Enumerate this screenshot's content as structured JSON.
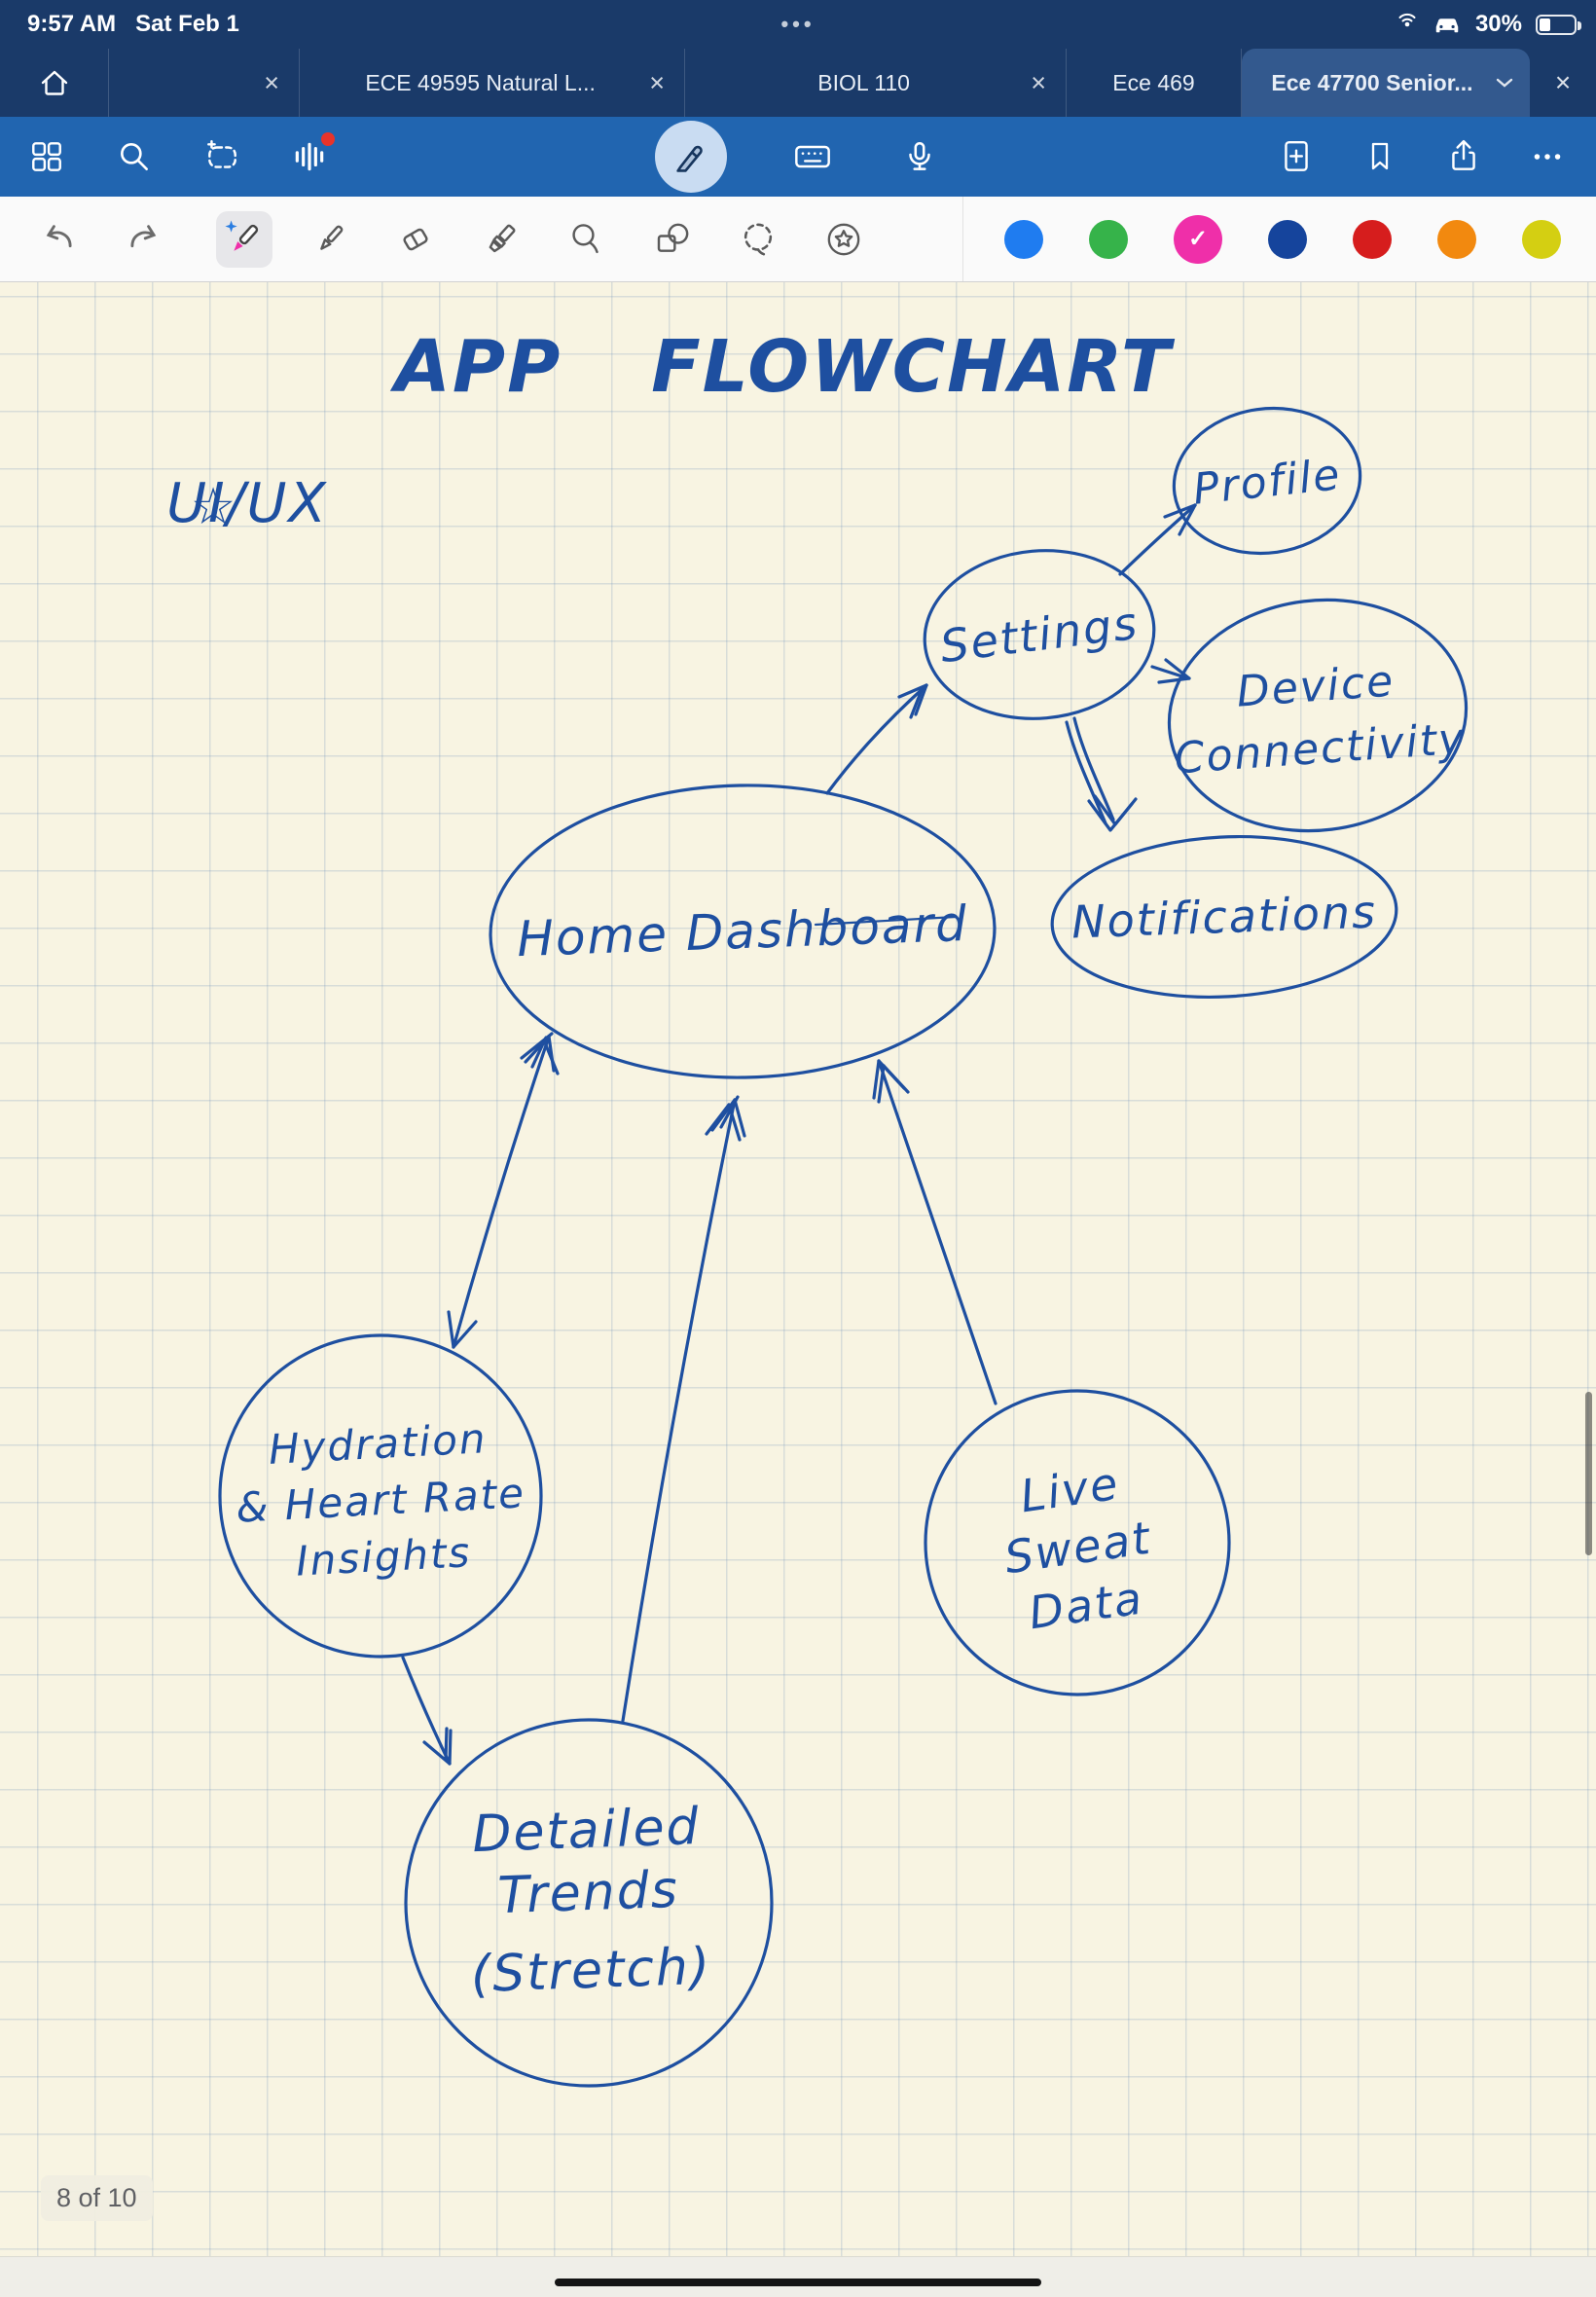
{
  "status_bar": {
    "time": "9:57 AM",
    "date": "Sat Feb 1",
    "center_dots": "•••",
    "battery_percent": "30%",
    "icons": [
      "hotspot-icon",
      "carplay-icon",
      "battery-icon"
    ]
  },
  "tab_bar": {
    "tabs": [
      {
        "label": "",
        "close": "×",
        "active": false
      },
      {
        "label": "ECE 49595 Natural L...",
        "close": "×",
        "active": false
      },
      {
        "label": "BIOL 110",
        "close": "×",
        "active": false
      },
      {
        "label": "Ece 469",
        "close": "",
        "active": false
      },
      {
        "label": "Ece 47700 Senior...",
        "close": "",
        "active": true
      }
    ],
    "end_close": "×"
  },
  "toolbar": {
    "left_icons": [
      "thumbnails-icon",
      "search-icon",
      "ai-lasso-icon",
      "audio-recording-icon"
    ],
    "center_icons": [
      "pen-mode-icon",
      "keyboard-icon",
      "microphone-icon"
    ],
    "right_icons": [
      "add-page-icon",
      "bookmark-icon",
      "share-icon",
      "more-icon"
    ],
    "audio_has_notification": true
  },
  "tool_ribbon": {
    "history": [
      "undo",
      "redo"
    ],
    "tools": [
      "fancy-pen",
      "pen",
      "eraser",
      "highlighter",
      "zoom",
      "shapes",
      "lasso",
      "elements"
    ],
    "selected_tool": "fancy-pen",
    "selected_check": "✓",
    "colors": [
      {
        "name": "blue",
        "hex": "#1f7cf0",
        "selected": false
      },
      {
        "name": "green",
        "hex": "#36b34a",
        "selected": false
      },
      {
        "name": "pink",
        "hex": "#ef2fa9",
        "selected": true
      },
      {
        "name": "navy",
        "hex": "#15449c",
        "selected": false
      },
      {
        "name": "red",
        "hex": "#d61d1d",
        "selected": false
      },
      {
        "name": "orange",
        "hex": "#f2890f",
        "selected": false
      },
      {
        "name": "yellow",
        "hex": "#d4cf12",
        "selected": false
      }
    ]
  },
  "canvas": {
    "page_indicator": "8 of 10",
    "flowchart": {
      "title": "APP FLOWCHART",
      "subtitle_bullet": "☆",
      "subtitle": "UI/UX",
      "ink_color": "#1e4fa0",
      "paper_color": "#f8f4e2",
      "nodes": {
        "profile": {
          "label": "Profile"
        },
        "settings": {
          "label": "Settings"
        },
        "device_connectivity": {
          "lines": [
            "Device",
            "Connectivity"
          ]
        },
        "notifications": {
          "label": "Notifications"
        },
        "home_dashboard": {
          "label": "Home Dashboard"
        },
        "hydration_insights": {
          "lines": [
            "Hydration",
            "& Heart Rate",
            "Insights"
          ]
        },
        "live_sweat_data": {
          "lines": [
            "Live",
            "Sweat",
            "Data"
          ]
        },
        "detailed_trends": {
          "lines": [
            "Detailed",
            "Trends",
            "(Stretch)"
          ]
        }
      },
      "edges": [
        {
          "from": "home_dashboard",
          "to": "settings"
        },
        {
          "from": "settings",
          "to": "profile"
        },
        {
          "from": "settings",
          "to": "device_connectivity"
        },
        {
          "from": "settings",
          "to": "notifications"
        },
        {
          "from": "hydration_insights",
          "to": "home_dashboard",
          "bidirectional": true
        },
        {
          "from": "detailed_trends",
          "to": "home_dashboard"
        },
        {
          "from": "live_sweat_data",
          "to": "home_dashboard"
        },
        {
          "from": "hydration_insights",
          "to": "detailed_trends"
        }
      ]
    }
  }
}
